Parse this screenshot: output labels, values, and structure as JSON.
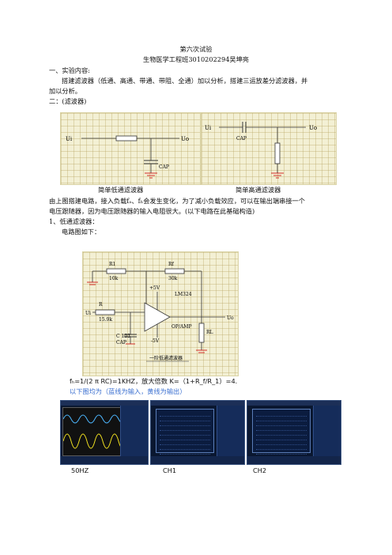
{
  "doc": {
    "title": "第六次试验",
    "subtitle": "生物医学工程班3010202294吴坤亮",
    "section1_heading": "一、实验内容:",
    "section1_body_line1": "搭建滤波器（低通、高通、带通、带阻、全通）加以分析，搭建三运放差分滤波器，并",
    "section1_body_line2": "加以分析。",
    "section2_heading": "二：(滤波器)",
    "fig1_caption_left": "简单低通滤波器",
    "fig1_caption_right": "简单高通滤波器",
    "para1_line1": "由上图搭建电路，接入负载fₐ、fₕ会发生变化，为了减小负载效应，可以在输出端串接一个",
    "para1_line2": "电压跟随器，因为电压跟随器的输入电阻很大。(以下电路在此基础构造)",
    "sub1_heading": "1、低通滤波器：",
    "sub1_circuit_label": "电路图如下：",
    "formula": "fₕ=1/(2 π RC)=1KHZ，放大倍数 K=（1+R_f/R_1）=4.",
    "figs_note": "以下图均为（蓝线为输入，黄线为输出）",
    "scope_caption_left": "50HZ",
    "scope_caption_mid": "CH1",
    "scope_caption_right": "CH2"
  },
  "circuits": {
    "lowpass": {
      "in": "Ui",
      "out": "Uo",
      "cap": "CAP"
    },
    "highpass": {
      "in": "Ui",
      "out": "Uo",
      "cap": "CAP"
    },
    "active": {
      "r1": "R1",
      "r1_val": "10k",
      "rf": "Rf",
      "rf_val": "30k",
      "vpos": "+5V",
      "chip": "LM324",
      "in": "Ui",
      "r": "R",
      "r_val": "15.9k",
      "out": "Uo",
      "opamp": "OP/AMP",
      "rl": "RL",
      "c": "C 103",
      "cap": "CAP",
      "vneg": "-5V",
      "title": "一阶低通滤波器"
    }
  }
}
